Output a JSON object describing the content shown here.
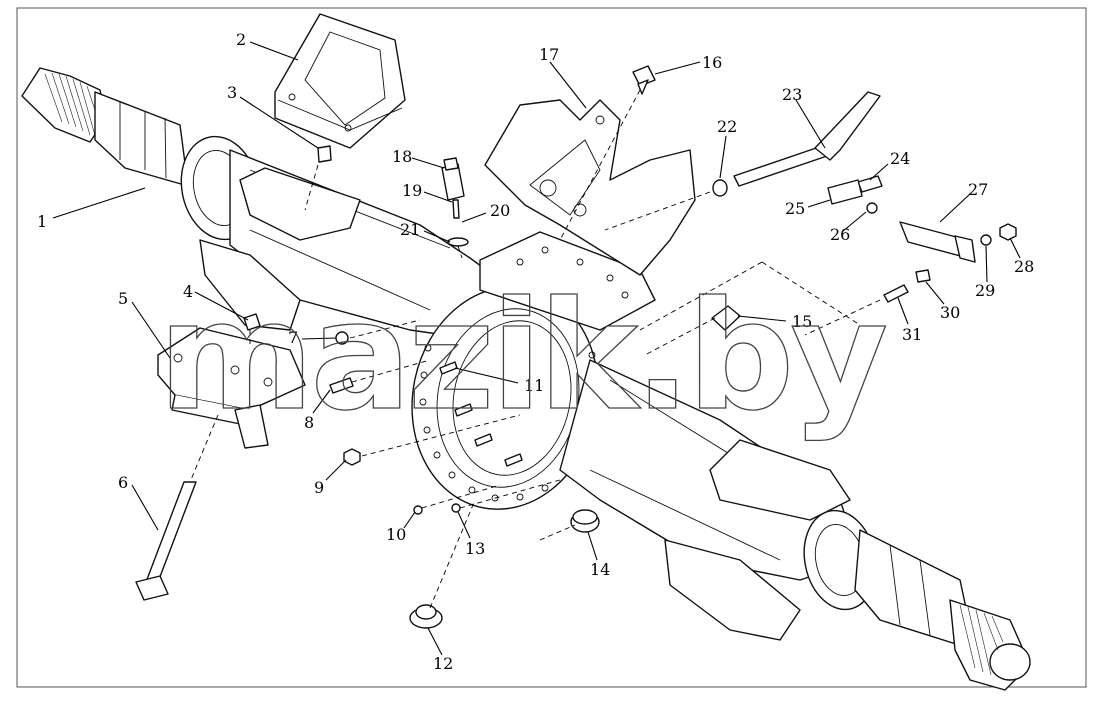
{
  "watermark": "mazik.by",
  "callouts": {
    "c1": "1",
    "c2": "2",
    "c3": "3",
    "c4": "4",
    "c5": "5",
    "c6": "6",
    "c7": "7",
    "c8": "8",
    "c9": "9",
    "c10": "10",
    "c11": "11",
    "c12": "12",
    "c13": "13",
    "c14": "14",
    "c15": "15",
    "c16": "16",
    "c17": "17",
    "c18": "18",
    "c19": "19",
    "c20": "20",
    "c21": "21",
    "c22": "22",
    "c23": "23",
    "c24": "24",
    "c25": "25",
    "c26": "26",
    "c27": "27",
    "c28": "28",
    "c29": "29",
    "c30": "30",
    "c31": "31"
  }
}
